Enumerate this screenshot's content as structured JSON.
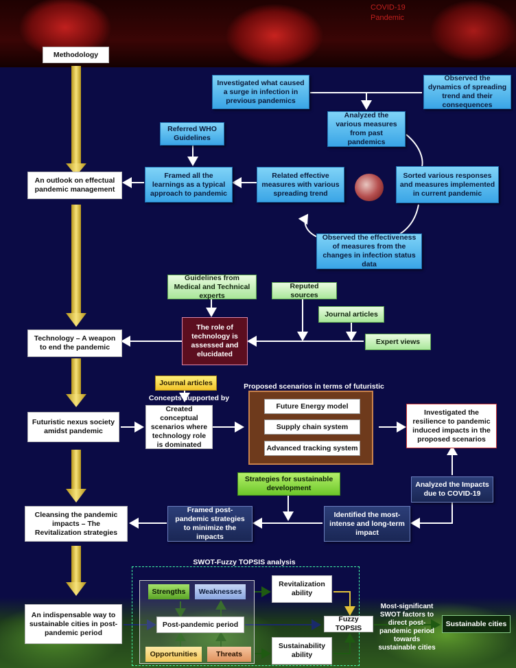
{
  "header": {
    "banner_title": "COVID-19 Pandemic"
  },
  "methodology": "Methodology",
  "left_column": {
    "outlook": "An outlook on effectual pandemic management",
    "technology": "Technology – A weapon to end the pandemic",
    "futuristic": "Futuristic nexus society amidst pandemic",
    "cleansing": "Cleansing the pandemic impacts – The Revitalization strategies",
    "indispensable": "An indispensable way to sustainable cities in post-pandemic period"
  },
  "cycle": {
    "investigated_surge": "Investigated what caused a surge in infection in previous pandemics",
    "observed_dynamics": "Observed the dynamics of spreading trend and their consequences",
    "analyzed_measures": "Analyzed the various measures from past pandemics",
    "sorted_responses": "Sorted various responses and measures implemented in current pandemic",
    "observed_effectiveness": "Observed the effectiveness of measures from the changes in infection status data",
    "related_measures": "Related effective measures with various spreading trend",
    "referred_who": "Referred WHO Guidelines",
    "framed_learnings": "Framed all the learnings as a typical approach to pandemic"
  },
  "technology_section": {
    "guidelines": "Guidelines from Medical and Technical experts",
    "reputed": "Reputed sources",
    "journal": "Journal articles",
    "expert": "Expert views",
    "role": "The role of technology is assessed and elucidated"
  },
  "scenario_section": {
    "journal": "Journal articles",
    "concepts": "Concepts supported by",
    "created": "Created conceptual scenarios where technology role is dominated",
    "proposed_title": "Proposed scenarios in terms of futuristic society",
    "items": [
      "Future Energy model",
      "Supply chain system",
      "Advanced tracking system"
    ],
    "resilience": "Investigated the resilience to pandemic induced impacts in the proposed scenarios"
  },
  "revitalization_section": {
    "strategies": "Strategies for sustainable development",
    "analyzed_impacts": "Analyzed the Impacts due to COVID-19",
    "identified": "Identified the most-intense and long-term impact",
    "framed_post": "Framed post-pandemic strategies to minimize the impacts"
  },
  "swot": {
    "title": "SWOT-Fuzzy TOPSIS analysis",
    "strengths": "Strengths",
    "weaknesses": "Weaknesses",
    "opportunities": "Opportunities",
    "threats": "Threats",
    "post": "Post-pandemic period",
    "revitalization": "Revitalization ability",
    "sustainability": "Sustainability ability",
    "fuzzy": "Fuzzy TOPSIS",
    "most_significant": "Most-significant SWOT factors to direct post-pandemic period towards sustainable cities",
    "sustainable": "Sustainable cities"
  }
}
